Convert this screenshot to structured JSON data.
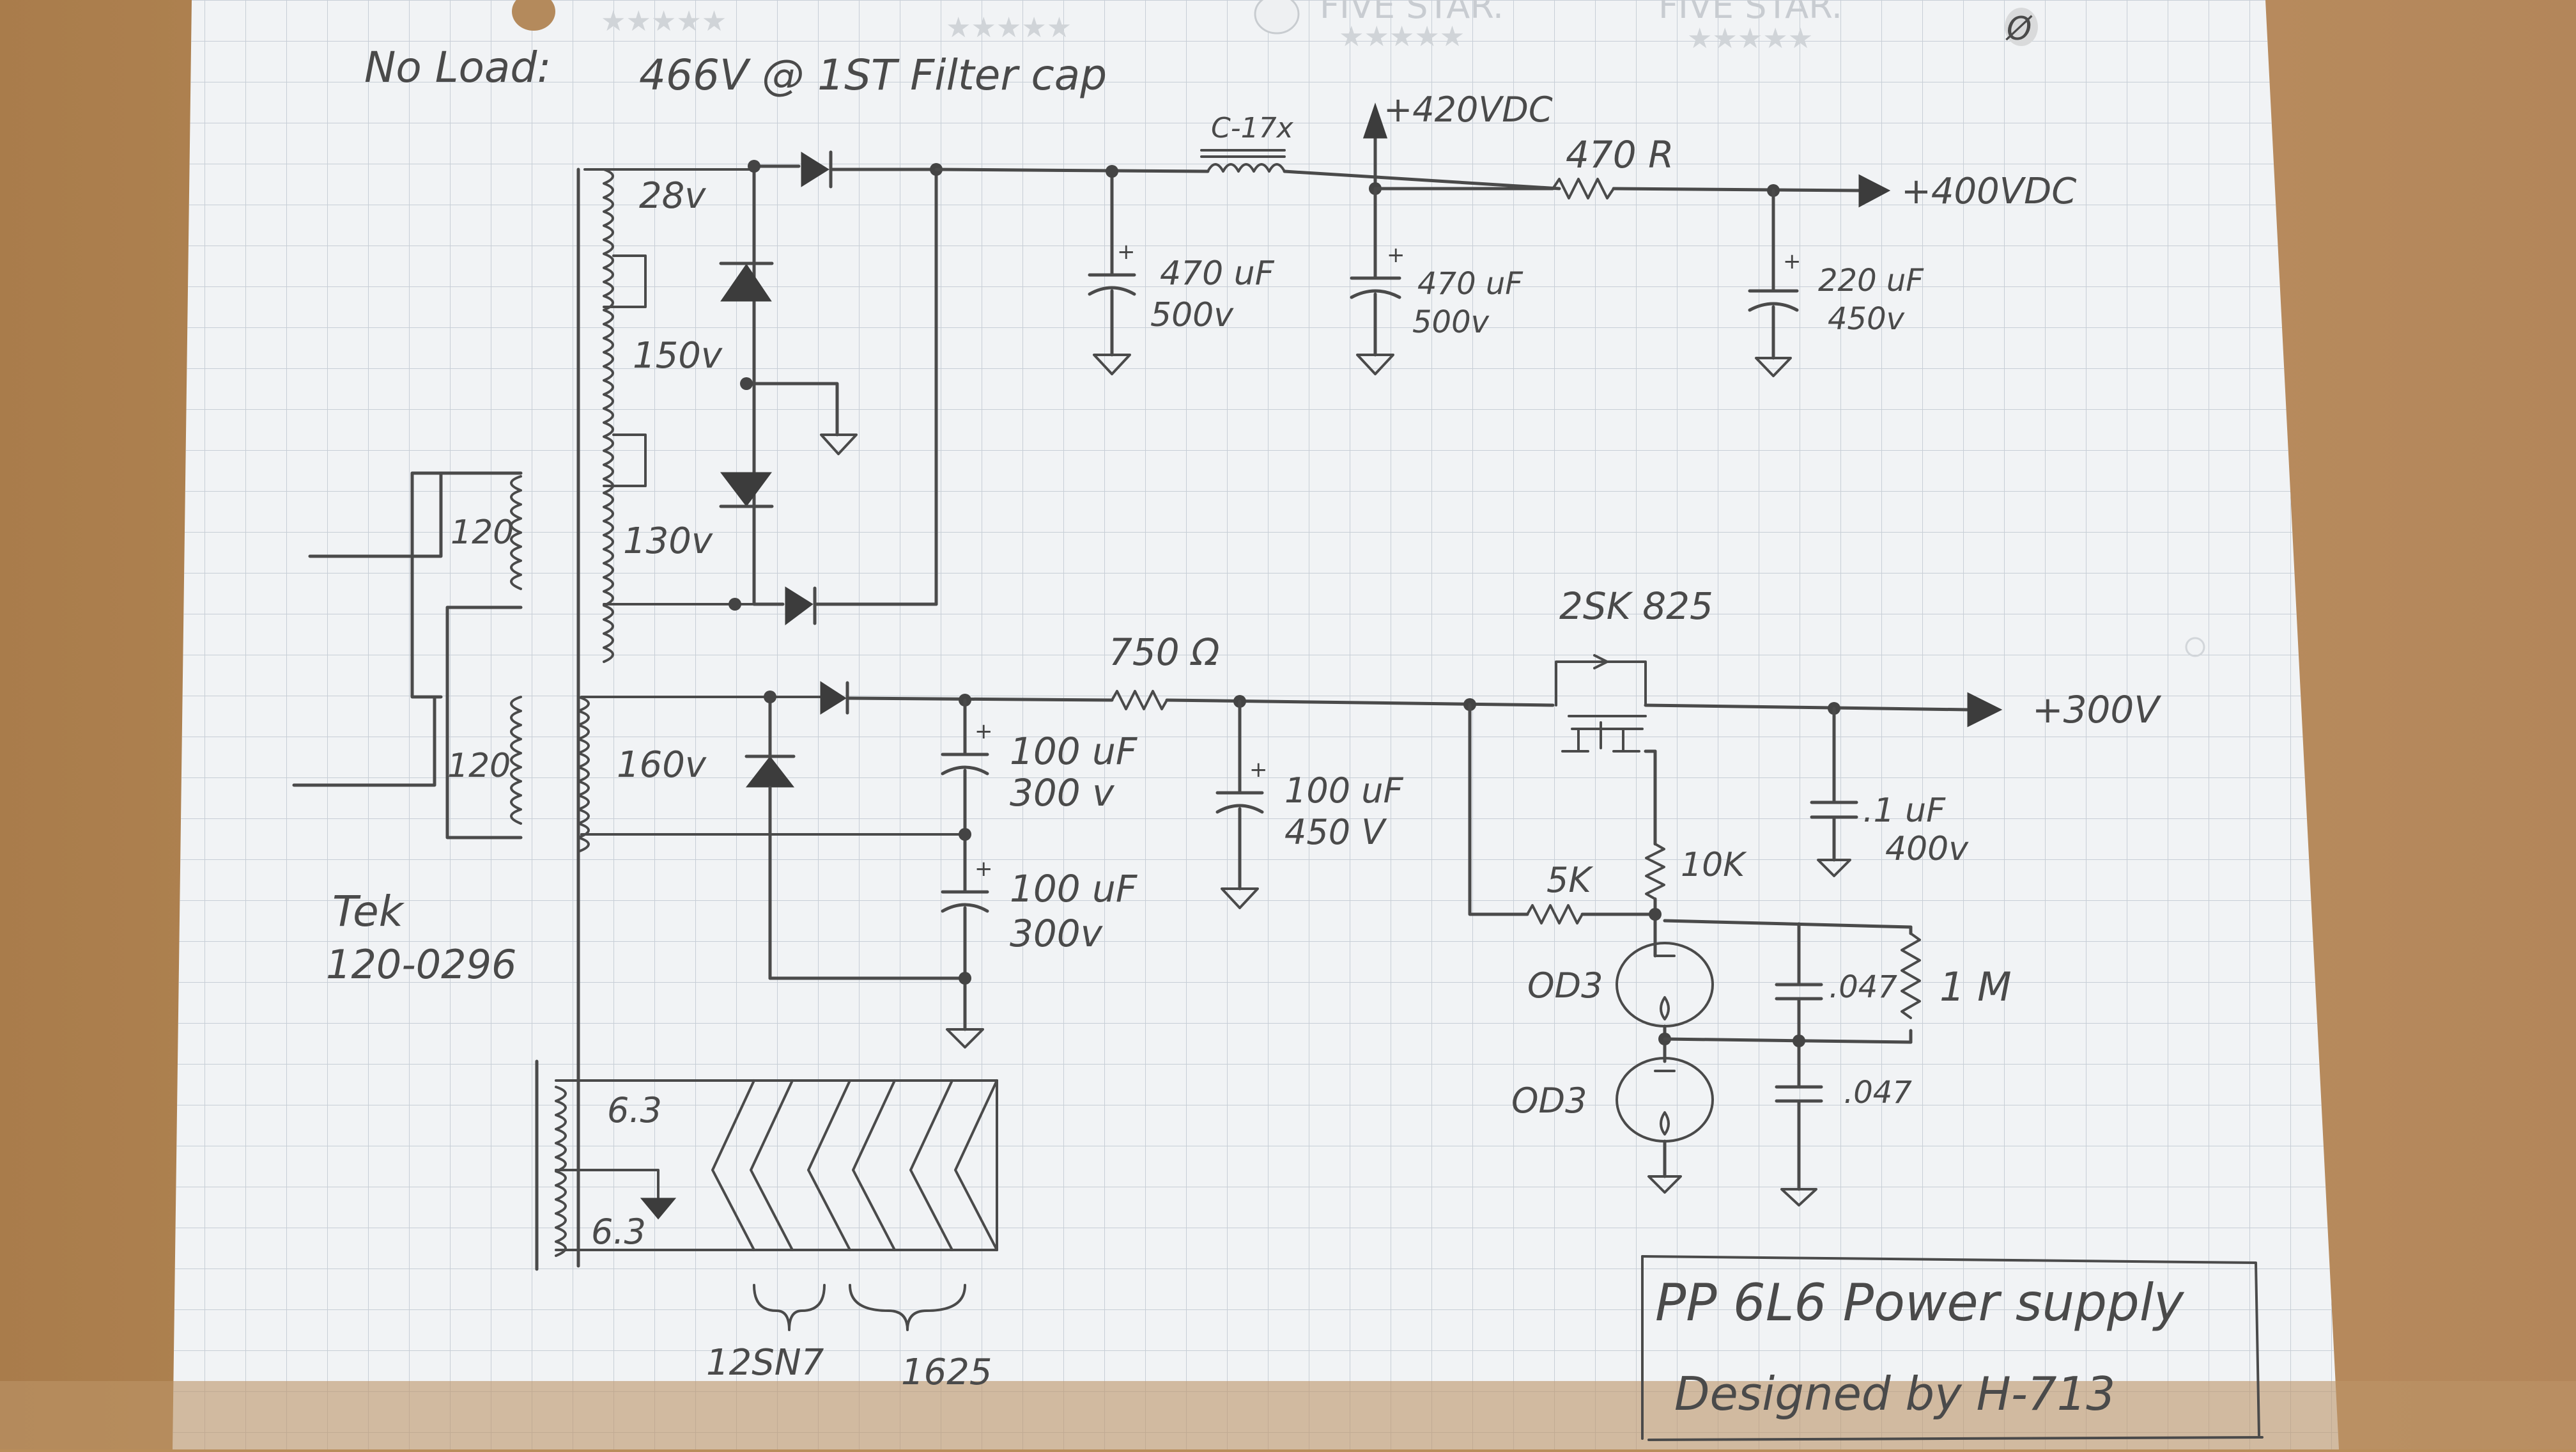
{
  "paper_header": {
    "brand_marks": [
      "FIVE STAR.",
      "FIVE STAR."
    ],
    "stars": "★★★★★"
  },
  "note": {
    "label": "No Load:",
    "value": "466V @ 1ST Filter cap"
  },
  "hv_supply": {
    "choke": "C-17x",
    "node_voltage": "+420VDC",
    "resistor": "470 R",
    "output": "+400VDC",
    "cap1_value": "470 uF",
    "cap1_voltage": "500v",
    "cap2_value": "470 uF",
    "cap2_voltage": "500v",
    "cap3_value": "220 uF",
    "cap3_voltage": "450v"
  },
  "transformer": {
    "tap_28": "28v",
    "tap_150": "150v",
    "tap_130": "130v",
    "primary_top": "120",
    "primary_bottom": "120",
    "tap_160": "160v",
    "heater_top": "6.3",
    "heater_bottom": "6.3",
    "part_label": "Tek",
    "part_number": "120-0296"
  },
  "regulated_supply": {
    "resistor": "750 Ω",
    "mosfet": "2SK 825",
    "output": "+300V",
    "cap1_value": "100 uF",
    "cap1_voltage": "300 v",
    "cap2_value": "100 uF",
    "cap2_voltage": "300v",
    "cap3_value": "100 uF",
    "cap3_voltage": "450 V",
    "bypass_value": ".1 uF",
    "bypass_voltage": "400v",
    "r_5k": "5K",
    "r_10k": "10K",
    "tube1": "OD3",
    "tube2": "OD3",
    "c_047a": ".047",
    "c_047b": ".047",
    "r_1m": "1 M"
  },
  "heaters": {
    "tube_a": "12SN7",
    "tube_b": "1625"
  },
  "title_block": {
    "title": "PP 6L6 Power supply",
    "designer": "Designed by H-713"
  }
}
